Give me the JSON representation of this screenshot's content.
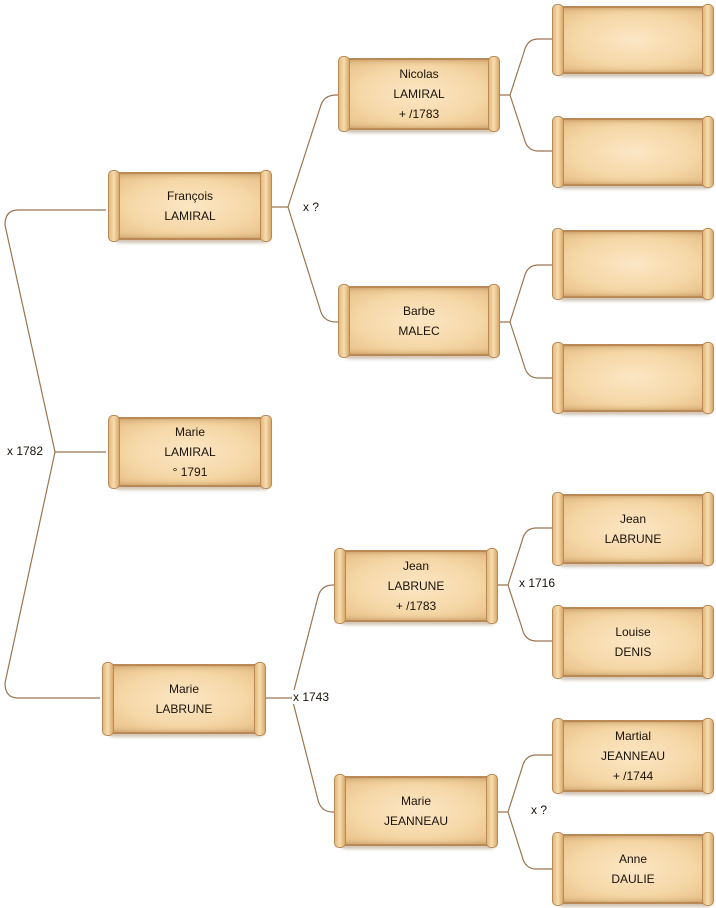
{
  "people": {
    "francois": {
      "first": "François",
      "last": "LAMIRAL",
      "event": ""
    },
    "marie_lamiral": {
      "first": "Marie",
      "last": "LAMIRAL",
      "event": "° 1791"
    },
    "marie_labrune": {
      "first": "Marie",
      "last": "LABRUNE",
      "event": ""
    },
    "nicolas": {
      "first": "Nicolas",
      "last": "LAMIRAL",
      "event": "+ /1783"
    },
    "barbe": {
      "first": "Barbe",
      "last": "MALEC",
      "event": ""
    },
    "jean_labrune": {
      "first": "Jean",
      "last": "LABRUNE",
      "event": "+ /1783"
    },
    "marie_jeanneau": {
      "first": "Marie",
      "last": "JEANNEAU",
      "event": ""
    },
    "jean_labrune_sr": {
      "first": "Jean",
      "last": "LABRUNE",
      "event": ""
    },
    "louise": {
      "first": "Louise",
      "last": "DENIS",
      "event": ""
    },
    "martial": {
      "first": "Martial",
      "last": "JEANNEAU",
      "event": "+ /1744"
    },
    "anne": {
      "first": "Anne",
      "last": "DAULIE",
      "event": ""
    }
  },
  "marriages": {
    "parents": "x 1782",
    "francois_parents": "x ?",
    "labrune_parents": "x 1743",
    "jean_parents": "x 1716",
    "jeanneau_parents": "x ?"
  },
  "colors": {
    "line": "#9a7550",
    "parchment": "#f6d8a8",
    "parchment_border": "#b98a56"
  }
}
